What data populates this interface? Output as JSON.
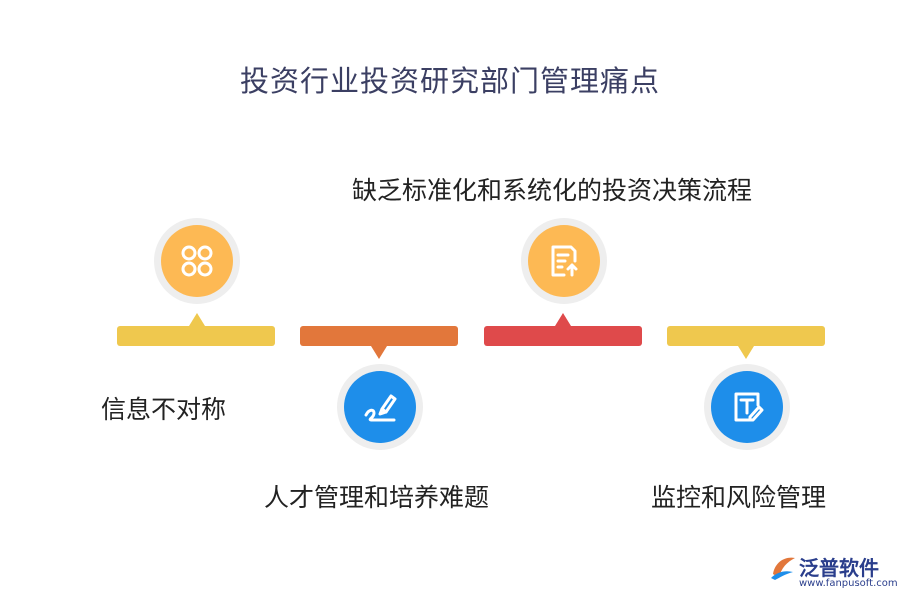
{
  "title": "投资行业投资研究部门管理痛点",
  "items": [
    {
      "label": "信息不对称",
      "color": "#EFC84E",
      "icon": "grid-circles-icon",
      "circle_color": "#FDB954"
    },
    {
      "label": "人才管理和培养难题",
      "color": "#E2773B",
      "icon": "pen-signature-icon",
      "circle_color": "#1E8EEA"
    },
    {
      "label": "缺乏标准化和系统化的投资决策流程",
      "color": "#DF4A4B",
      "icon": "document-upload-icon",
      "circle_color": "#FDB954"
    },
    {
      "label": "监控和风险管理",
      "color": "#EFC84E",
      "icon": "text-edit-icon",
      "circle_color": "#1E8EEA"
    }
  ],
  "logo": {
    "name": "泛普软件",
    "url": "www.fanpusoft.com"
  }
}
